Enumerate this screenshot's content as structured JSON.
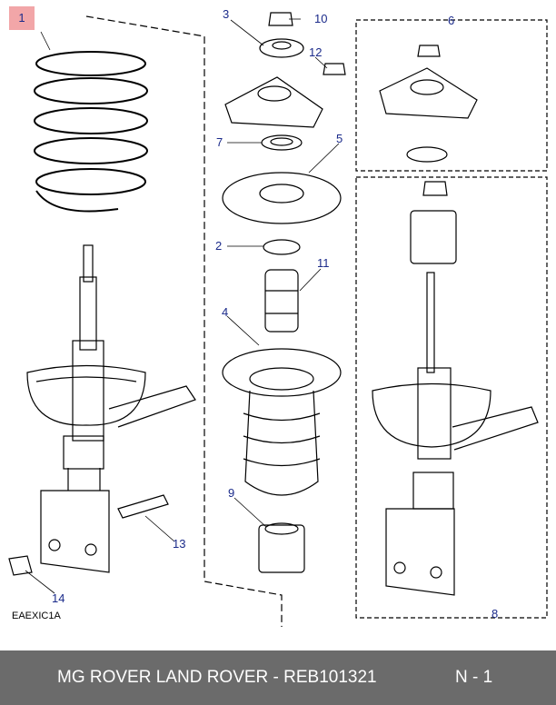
{
  "diagram": {
    "callouts": {
      "c1": "1",
      "c2": "2",
      "c3": "3",
      "c4": "4",
      "c5": "5",
      "c6": "6",
      "c7": "7",
      "c8": "8",
      "c9": "9",
      "c10": "10",
      "c11": "11",
      "c12": "12",
      "c13": "13",
      "c14": "14"
    },
    "reference_code": "EAEXIC1A",
    "highlight_color": "#f2a6a8",
    "callout_color": "#1a2a8a"
  },
  "footer": {
    "title": "MG ROVER LAND ROVER - REB101321",
    "sheet": "N - 1"
  }
}
